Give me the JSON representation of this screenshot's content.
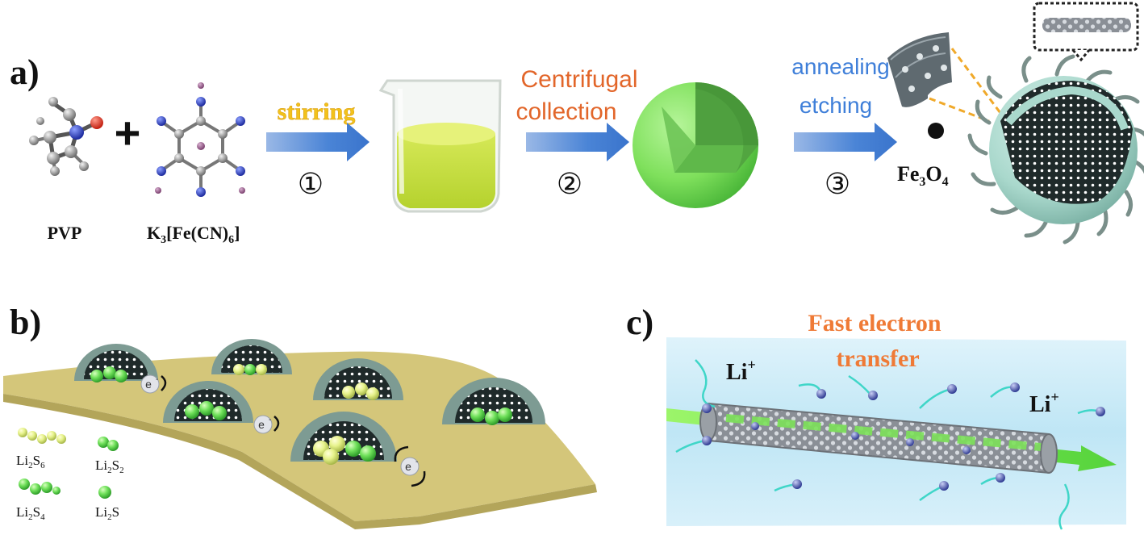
{
  "panel_a": {
    "label": "a)",
    "pvp_label": "PVP",
    "salt_label": {
      "k": "K",
      "k_sub": "3",
      "mid": "[Fe(CN)",
      "cn_sub": "6",
      "end": "]"
    },
    "plus": "+",
    "step1": {
      "text": "stirring",
      "number": "①",
      "color": "#f2c21b"
    },
    "step2": {
      "line1": "Centrifugal",
      "line2": "collection",
      "number": "②",
      "color": "#e2662a"
    },
    "step3": {
      "line1": "annealing",
      "line2": "etching",
      "number": "③",
      "color": "#3f7fd9"
    },
    "fe3o4": {
      "fe": "Fe",
      "sub3": "3",
      "o": "O",
      "sub4": "4"
    }
  },
  "panel_b": {
    "label": "b)",
    "electron": "e",
    "electron_sup": "-",
    "legend": [
      {
        "main": "Li",
        "sub1": "2",
        "mid": "S",
        "sub2": "6"
      },
      {
        "main": "Li",
        "sub1": "2",
        "mid": "S",
        "sub2": "2"
      },
      {
        "main": "Li",
        "sub1": "2",
        "mid": "S",
        "sub2": "4"
      },
      {
        "main": "Li",
        "sub1": "2",
        "mid": "S",
        "sub2": ""
      }
    ]
  },
  "panel_c": {
    "label": "c)",
    "title_line1": "Fast electron",
    "title_line2": "transfer",
    "ion": "Li",
    "ion_sup": "+",
    "title_color": "#ef7a36"
  }
}
